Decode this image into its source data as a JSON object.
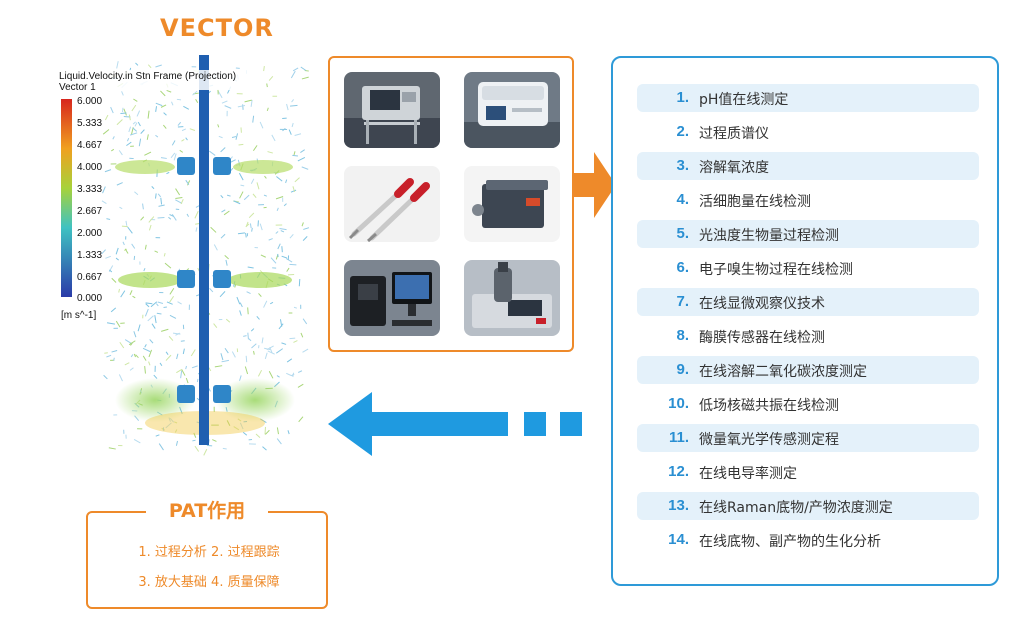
{
  "title": "VECTOR",
  "cfd": {
    "header_line1": "Liquid.Velocity.in Stn Frame (Projection)",
    "header_line2": "Vector 1",
    "legend_ticks": [
      "6.000",
      "5.333",
      "4.667",
      "4.000",
      "3.333",
      "2.667",
      "2.000",
      "1.333",
      "0.667",
      "0.000"
    ],
    "unit": "[m s^-1]",
    "colors": {
      "high": "#d7261e",
      "mid": "#a7d23a",
      "low": "#2a5ab8"
    }
  },
  "devices": [
    {
      "name": "bioreactor-cart-photo"
    },
    {
      "name": "mass-spectrometer-photo"
    },
    {
      "name": "ph-probes-photo"
    },
    {
      "name": "analyzer-box-photo"
    },
    {
      "name": "computer-terminal-photo"
    },
    {
      "name": "sensor-unit-photo"
    }
  ],
  "pat_list": [
    {
      "num": "1.",
      "label": "pH值在线测定",
      "shaded": true
    },
    {
      "num": "2.",
      "label": "过程质谱仪",
      "shaded": false
    },
    {
      "num": "3.",
      "label": "溶解氧浓度",
      "shaded": true
    },
    {
      "num": "4.",
      "label": "活细胞量在线检测",
      "shaded": false
    },
    {
      "num": "5.",
      "label": "光浊度生物量过程检测",
      "shaded": true
    },
    {
      "num": "6.",
      "label": "电子嗅生物过程在线检测",
      "shaded": false
    },
    {
      "num": "7.",
      "label": "在线显微观察仪技术",
      "shaded": true
    },
    {
      "num": "8.",
      "label": "酶膜传感器在线检测",
      "shaded": false
    },
    {
      "num": "9.",
      "label": "在线溶解二氧化碳浓度测定",
      "shaded": true
    },
    {
      "num": "10.",
      "label": "低场核磁共振在线检测",
      "shaded": false
    },
    {
      "num": "11.",
      "label": "微量氧光学传感测定程",
      "shaded": true
    },
    {
      "num": "12.",
      "label": "在线电导率测定",
      "shaded": false
    },
    {
      "num": "13.",
      "label": "在线Raman底物/产物浓度测定",
      "shaded": true
    },
    {
      "num": "14.",
      "label": "在线底物、副产物的生化分析",
      "shaded": false
    }
  ],
  "pat_box": {
    "title": "PAT作用",
    "line1": "1. 过程分析  2. 过程跟踪",
    "line2": "3. 放大基础  4. 质量保障"
  },
  "accent_colors": {
    "orange": "#ee8a2a",
    "blue": "#2e9ad8",
    "shade": "#e4f1fa"
  }
}
